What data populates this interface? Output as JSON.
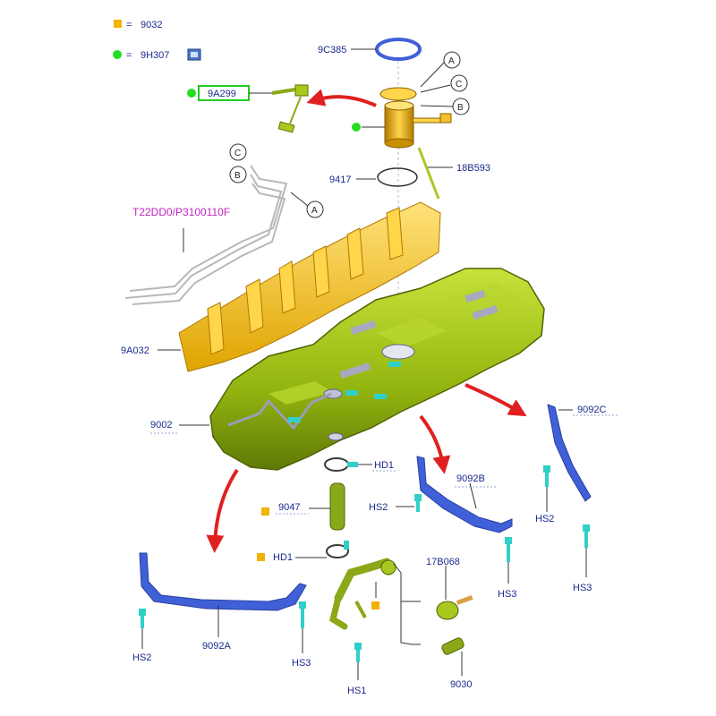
{
  "legend": {
    "square_code": "9032",
    "dot_code": "9H307",
    "equals": "="
  },
  "colors": {
    "square": "#f2b200",
    "dot": "#22dd22",
    "arrow": "#e02020",
    "label": "#1b2a8c",
    "callout": "#c026c0",
    "tank": "#9cbf14",
    "shield": "#f2c028",
    "strap": "#4060d8",
    "bolt": "#30d0c8"
  },
  "callouts": {
    "a": "A",
    "b": "B",
    "c": "C"
  },
  "parts": {
    "p_9c385": "9C385",
    "p_9a299": "9A299",
    "p_9417": "9417",
    "p_18b593": "18B593",
    "p_t22": "T22DD0/P3100110F",
    "p_9a032": "9A032",
    "p_9002": "9002",
    "p_9092c": "9092C",
    "p_9092b": "9092B",
    "p_9092a": "9092A",
    "p_hd1_top": "HD1",
    "p_hd1_bot": "HD1",
    "p_9047": "9047",
    "p_17b068": "17B068",
    "p_9030": "9030",
    "p_hs2_a": "HS2",
    "p_hs3_a": "HS3",
    "p_hs2_b": "HS2",
    "p_hs3_b": "HS3",
    "p_hs2_c": "HS2",
    "p_hs3_c": "HS3",
    "p_hs1": "HS1"
  }
}
